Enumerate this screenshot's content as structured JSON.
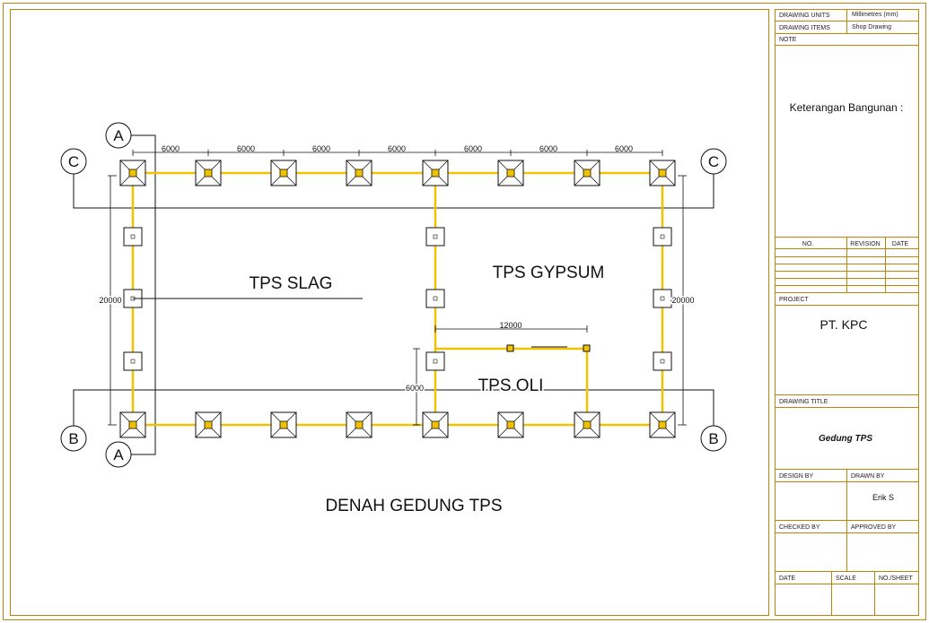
{
  "drawing": {
    "title": "DENAH GEDUNG TPS",
    "rooms": {
      "slag": "TPS SLAG",
      "gypsum": "TPS GYPSUM",
      "oli": "TPS OLI"
    },
    "grid_labels": {
      "a": "A",
      "b": "B",
      "c": "C"
    },
    "dimensions": {
      "bay": "6000",
      "width": "20000",
      "oli_width": "12000",
      "oli_depth": "6000"
    },
    "colors": {
      "border": "#b8860b",
      "beam": "#f2c200",
      "lines": "#111111"
    }
  },
  "title_block": {
    "drawing_units_label": "DRAWING UNITS",
    "drawing_units_value": "Millimetres (mm)",
    "drawing_items_label": "DRAWING ITEMS",
    "drawing_items_value": "Shop Drawing",
    "note_label": "NOTE",
    "note_text": "Keterangan Bangunan :",
    "rev_no_header": "NO.",
    "rev_revision_header": "REVISION",
    "rev_date_header": "DATE",
    "project_label": "PROJECT",
    "project_value": "PT. KPC",
    "drawing_title_label": "DRAWING TITLE",
    "drawing_title_value": "Gedung TPS",
    "design_by_label": "DESIGN BY",
    "drawn_by_label": "DRAWN BY",
    "drawn_by_value": "Erik S",
    "checked_by_label": "CHECKED BY",
    "approved_by_label": "APPROVED BY",
    "date_label": "DATE",
    "scale_label": "SCALE",
    "sheet_label": "NO./SHEET"
  }
}
